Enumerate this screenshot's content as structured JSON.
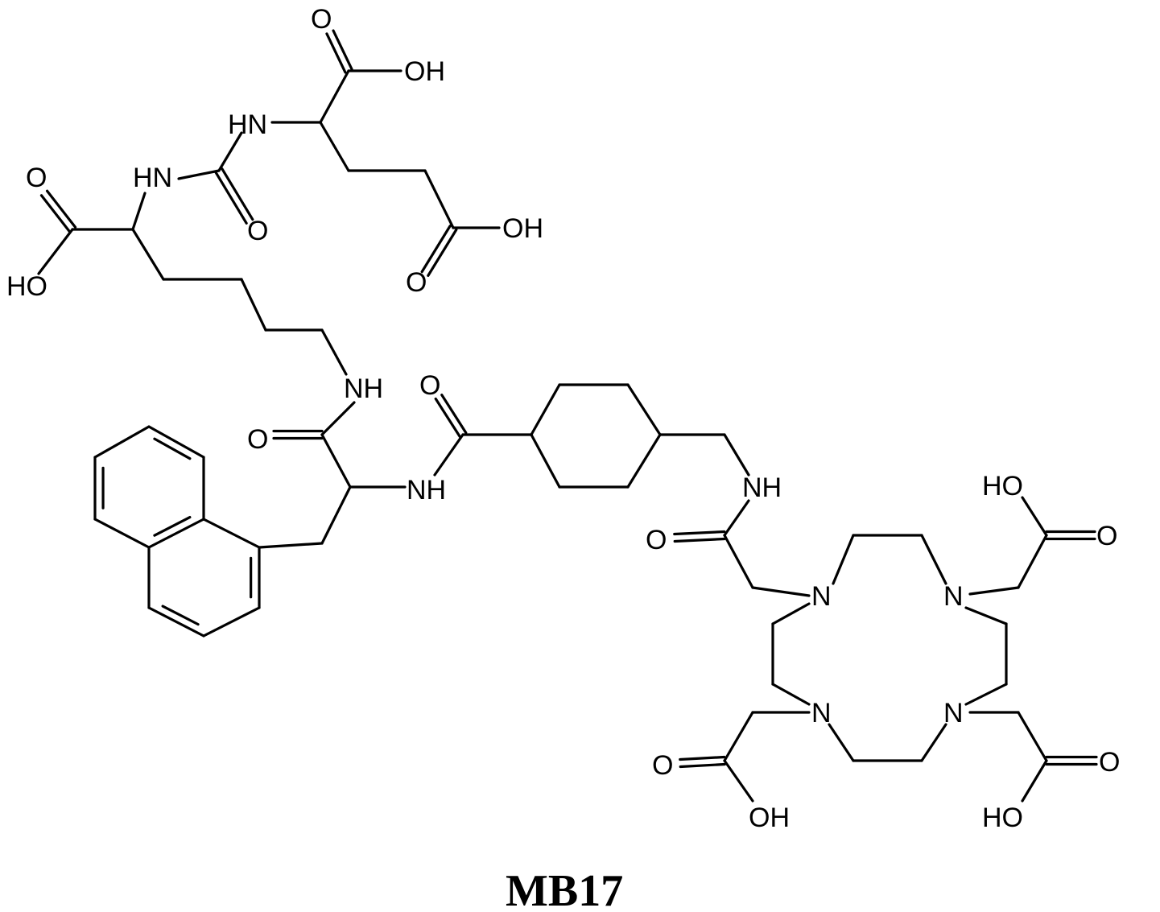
{
  "compound_name": "MB17",
  "atom_labels": {
    "o_top": "O",
    "oh_top": "OH",
    "hn_glu": "HN",
    "hn_urea": "HN",
    "o_urea": "O",
    "oh_glu_side": "OH",
    "o_glu_side": "O",
    "o_lys": "O",
    "ho_lys": "HO",
    "nh_lys": "NH",
    "o_amide1": "O",
    "nh_amide1": "NH",
    "o_amide2": "O",
    "nh_amide3": "NH",
    "o_amide3": "O",
    "n1": "N",
    "n2": "N",
    "n3": "N",
    "n4": "N",
    "ho_n2": "HO",
    "o_n2": "O",
    "o_n3": "O",
    "ho_n3": "HO",
    "o_n4": "O",
    "oh_n4": "OH"
  }
}
